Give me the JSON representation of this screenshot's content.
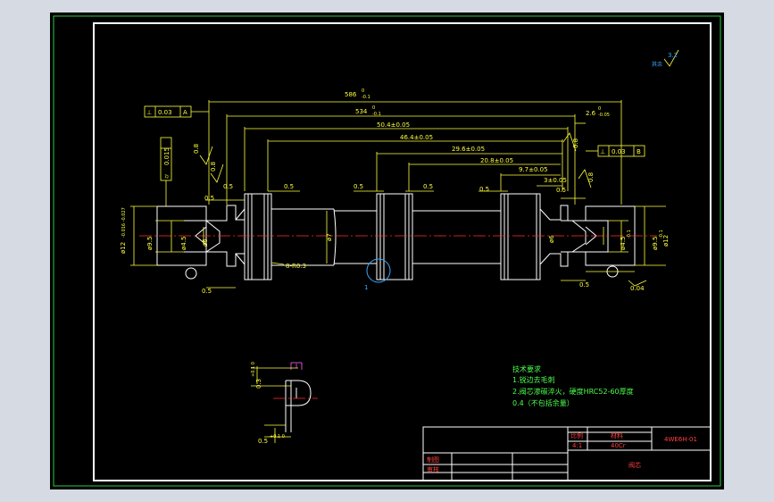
{
  "dims": {
    "d586": "586",
    "d586_tol_top": "0",
    "d586_tol_bot": "-0.1",
    "d534": "534",
    "d534_tol_top": "0",
    "d534_tol_bot": "-0.1",
    "d504": "50.4±0.05",
    "d464": "46.4±0.05",
    "d296": "29.6±0.05",
    "d208": "20.8±0.05",
    "d97": "9.7±0.05",
    "d3": "3±0.05",
    "d26": "2.6",
    "d26_tol_top": "0",
    "d26_tol_bot": "-0.05",
    "d05": "0.5",
    "dia12": "ø12",
    "dia12_tol": "-0.016 -0.027",
    "dia95": "ø9.5",
    "dia95_tol": "-0.1",
    "dia45": "ø4.5",
    "dia45_tol": "-0.1",
    "dia7": "ø7",
    "dia6": "ø6",
    "r03": "8-R0.3",
    "ang08": "0.8",
    "ang08b": "0.8",
    "tol003": "0.015",
    "tolA": "A",
    "tolB": "B",
    "tol_val": "0.03",
    "tol004": "0.04",
    "ref1": "1",
    "rough": "3.2",
    "rough_other": "其余",
    "detail_label": "I",
    "det_03": "0.3",
    "det_03_tol": "+0.1 0",
    "det_05": "0.5",
    "det_05_tol": "+0.1 0",
    "det_dim1": "1"
  },
  "notes": {
    "title": "技术要求",
    "line1": "1.锐边去毛刺",
    "line2": "2.阀芯渗碳淬火，硬度HRC52-60厚度",
    "line3": "0.4（不包括余量）"
  },
  "titleblock": {
    "scale_label": "比例",
    "scale_value": "4:1",
    "material_label": "材料",
    "material_value": "40Cr",
    "drawing_no": "4WE6H-01",
    "drawn_label": "制图",
    "checked_label": "审核",
    "part_name": "阀芯"
  },
  "colors": {
    "canvas": "#000000",
    "geometry": "#ffffff",
    "dimension": "#ffff3c",
    "border": "#2ecc40",
    "centerline": "#ff3030",
    "detail_circle": "#3aa8ff",
    "notes": "#4cff4c"
  }
}
